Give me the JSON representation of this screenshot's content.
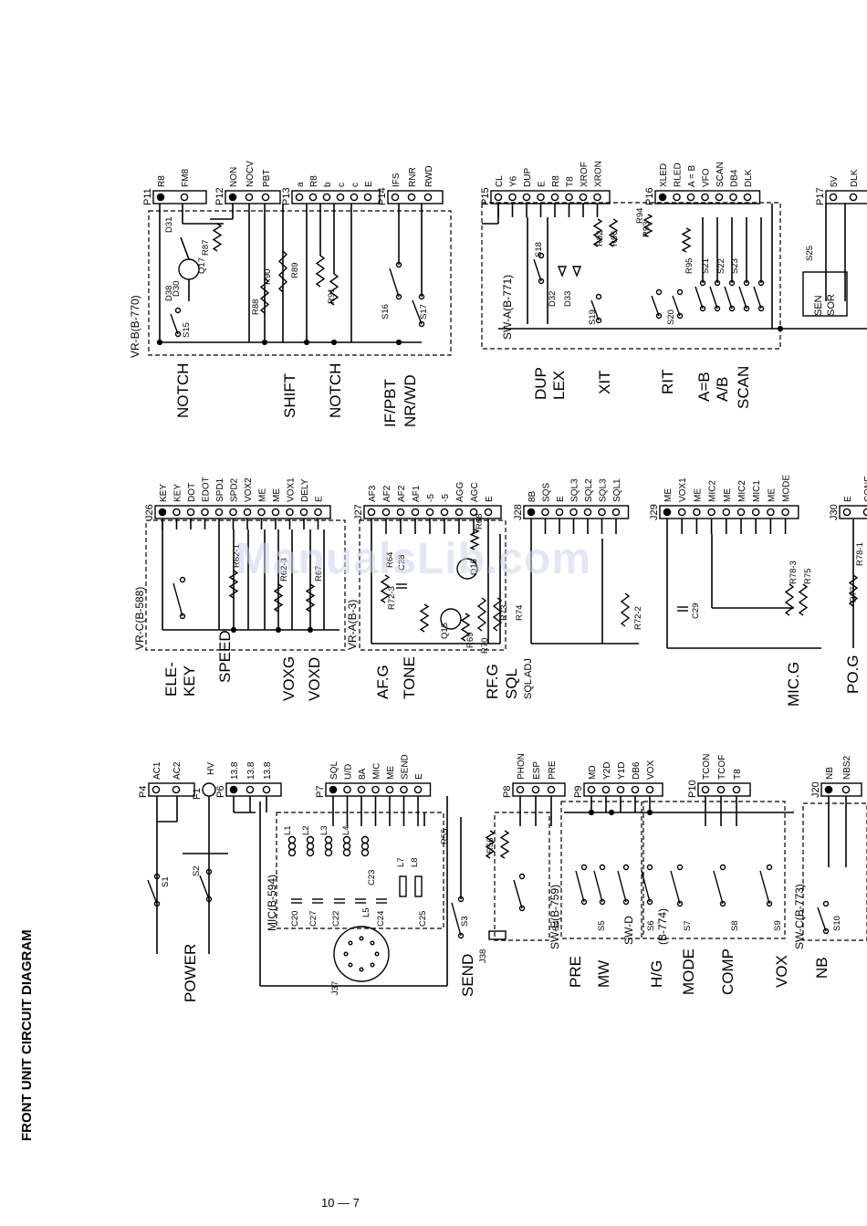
{
  "document": {
    "title": "FRONT UNIT CIRCUIT DIAGRAM",
    "page_number": "10 — 7",
    "watermark": "ManualsLib.com"
  },
  "rows": [
    {
      "id": "top",
      "blocks": [
        {
          "id": "vr-b",
          "label": "VR-B(B-770)"
        },
        {
          "id": "sw-a",
          "label": "SW-A(B-771)"
        }
      ],
      "connectors": [
        {
          "ref": "P11",
          "pins": [
            "R8",
            "FM8"
          ]
        },
        {
          "ref": "P12",
          "pins": [
            "NON",
            "NOCV",
            "PBT"
          ]
        },
        {
          "ref": "P13",
          "pins": [
            "a",
            "R8",
            "b",
            "c",
            "c",
            "E"
          ]
        },
        {
          "ref": "P14",
          "pins": [
            "IFS",
            "RNR",
            "RWD"
          ]
        },
        {
          "ref": "P15",
          "pins": [
            "CL",
            "Y6",
            "DUP",
            "E",
            "R8",
            "T8",
            "XROF",
            "XRON"
          ]
        },
        {
          "ref": "P16",
          "pins": [
            "XLED",
            "RLED",
            "A = B",
            "VFO",
            "SCAN",
            "DB4",
            "DLK"
          ]
        },
        {
          "ref": "P17",
          "pins": [
            "5V",
            "DLK"
          ]
        }
      ],
      "components": [
        "D31",
        "R87",
        "Q17",
        "D38",
        "D30",
        "S15",
        "R88",
        "R90",
        "R89",
        "R91",
        "S16",
        "S17",
        "S18",
        "D32",
        "D33",
        "R92",
        "R96",
        "R93",
        "R94",
        "S19",
        "S20",
        "R95",
        "S21",
        "S22",
        "S23",
        "S25",
        "SEN SOR"
      ],
      "function_labels": [
        "NOTCH",
        "SHIFT",
        "NOTCH",
        "IF/PBT NR/WD",
        "DUP LEX",
        "XIT",
        "RIT",
        "A=B A/B SCAN"
      ]
    },
    {
      "id": "middle",
      "blocks": [
        {
          "id": "vr-c",
          "label": "VR-C(B-588)"
        },
        {
          "id": "vr-a",
          "label": "VR-A(B-3)"
        }
      ],
      "connectors": [
        {
          "ref": "J26",
          "pins": [
            "KEY",
            "KEY",
            "DOT",
            "EDOT",
            "SPD1",
            "SPD2",
            "VOX2",
            "ME",
            "ME",
            "VOX1",
            "DELY",
            "E"
          ]
        },
        {
          "ref": "J27",
          "pins": [
            "AF3",
            "AF2",
            "AF2",
            "AF1",
            "-5",
            "-5",
            "AGG",
            "AGC",
            "E"
          ]
        },
        {
          "ref": "J28",
          "pins": [
            "8B",
            "SQS",
            "E",
            "SQL3",
            "SQL2",
            "SQL3",
            "SQL1"
          ]
        },
        {
          "ref": "J29",
          "pins": [
            "ME",
            "VOX1",
            "ME",
            "MIC2",
            "ME",
            "MIC2",
            "MIC1",
            "ME",
            "MODE"
          ]
        },
        {
          "ref": "J30",
          "pins": [
            "E",
            "CONF"
          ]
        }
      ],
      "components": [
        "R62-1",
        "R62-3",
        "R67",
        "R64",
        "C28",
        "Q15",
        "Q16",
        "R68",
        "R72-3",
        "R69",
        "R70",
        "R73",
        "R74",
        "R72-2",
        "C29",
        "R78-3",
        "R75",
        "R77",
        "R78-1"
      ],
      "function_labels": [
        "ELE- KEY",
        "SPEED",
        "VOXG",
        "VOXD",
        "AF.G",
        "TONE",
        "RF.G SQL",
        "SQL ADJ",
        "MIC.G",
        "PO.G"
      ]
    },
    {
      "id": "bottom",
      "blocks": [
        {
          "id": "mic",
          "label": "MIC(B-594)"
        },
        {
          "id": "sw-e",
          "label": "SW-E(B-759)"
        },
        {
          "id": "sw-d",
          "label": "SW-D"
        },
        {
          "id": "sw-b",
          "label": "(B-774)"
        },
        {
          "id": "sw-c",
          "label": "SW-C(B-773)"
        }
      ],
      "connectors": [
        {
          "ref": "P4",
          "pins": [
            "AC1",
            "AC2"
          ]
        },
        {
          "ref": "F1",
          "pins": [
            "HV"
          ]
        },
        {
          "ref": "P6",
          "pins": [
            "13.8",
            "13.8",
            "13.8"
          ]
        },
        {
          "ref": "P7",
          "pins": [
            "SQL",
            "U/D",
            "8A",
            "MIC",
            "ME",
            "SEND",
            "E"
          ]
        },
        {
          "ref": "P8",
          "pins": [
            "PHON",
            "ESP",
            "PRE"
          ]
        },
        {
          "ref": "P9",
          "pins": [
            "MD",
            "Y2D",
            "Y1D",
            "DB6",
            "VOX"
          ]
        },
        {
          "ref": "P10",
          "pins": [
            "TCON",
            "TCOF",
            "T8"
          ]
        },
        {
          "ref": "J20",
          "pins": [
            "NB",
            "NBS2"
          ]
        }
      ],
      "components": [
        "S1",
        "S2",
        "L1",
        "L2",
        "L3",
        "L4",
        "L5",
        "L7",
        "L8",
        "C20",
        "C27",
        "C22",
        "C23",
        "C24",
        "C25",
        "J37",
        "S3",
        "R55",
        "R56",
        "J38",
        "S4",
        "S5",
        "S6",
        "S7",
        "S8",
        "S9",
        "S10"
      ],
      "function_labels": [
        "POWER",
        "SEND",
        "PRE",
        "MW",
        "H/G",
        "MODE",
        "COMP",
        "VOX",
        "NB"
      ]
    }
  ]
}
